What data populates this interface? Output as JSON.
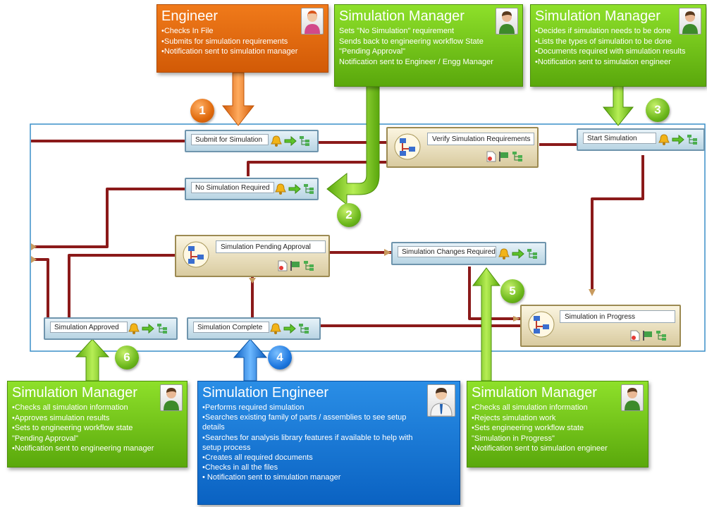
{
  "colors": {
    "green": "#6cc214",
    "orange": "#e06a0c",
    "blue": "#1276dc",
    "connector": "#8b1a1a",
    "frame": "#3a8fc8"
  },
  "cards": {
    "engineer": {
      "title": "Engineer",
      "lines": [
        "•Checks In File",
        "•Submits for simulation requirements",
        "•Notification sent to simulation manager"
      ]
    },
    "sm_top_mid": {
      "title": "Simulation Manager",
      "lines": [
        "Sets \"No Simulation\" requirement",
        "Sends back to engineering workflow State",
        "\"Pending Approval\"",
        "Notification sent to Engineer / Engg Manager"
      ]
    },
    "sm_top_right": {
      "title": "Simulation Manager",
      "lines": [
        "•Decides if simulation needs to be done",
        "•Lists the types of simulation to be done",
        "•Documents required with simulation results",
        "•Notification sent to simulation engineer"
      ]
    },
    "sm_bottom_left": {
      "title": "Simulation Manager",
      "lines": [
        "•Checks all simulation information",
        "•Approves simulation results",
        "•Sets to engineering workflow state",
        "\"Pending Approval\"",
        "•Notification sent to engineering manager"
      ]
    },
    "sim_engineer": {
      "title": "Simulation Engineer",
      "lines": [
        "•Performs required simulation",
        "•Searches existing family of parts / assemblies to see setup",
        "details",
        "•Searches for analysis library features if available to help with",
        "setup process",
        "•Creates all required documents",
        "•Checks in all the files",
        "• Notification sent to simulation manager"
      ]
    },
    "sm_bottom_right": {
      "title": "Simulation Manager",
      "lines": [
        "•Checks all simulation information",
        "•Rejects simulation work",
        "•Sets engineering workflow state",
        "\"Simulation in Progress\"",
        "•Notification sent to simulation engineer"
      ]
    }
  },
  "nodes": {
    "submit": "Submit for Simulation",
    "no_sim": "No Simulation Required",
    "start": "Start Simulation",
    "changes": "Simulation Changes Required",
    "approved": "Simulation Approved",
    "complete": "Simulation Complete"
  },
  "tasks": {
    "verify": "Verify Simulation Requirements",
    "pending": "Simulation Pending Approval",
    "progress": "Simulation in Progress"
  },
  "badges": {
    "b1": "1",
    "b2": "2",
    "b3": "3",
    "b4": "4",
    "b5": "5",
    "b6": "6"
  },
  "icons": {
    "bell": "bell-icon",
    "arrow": "right-arrow-icon",
    "tree": "tree-icon",
    "flag": "flag-icon",
    "doc": "document-icon",
    "workflow": "workflow-icon"
  }
}
